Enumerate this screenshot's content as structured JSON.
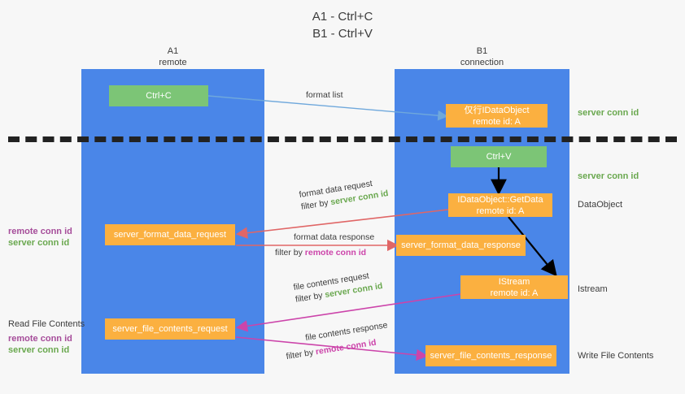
{
  "diagram": {
    "title": "A1 - Ctrl+C\nB1 - Ctrl+V",
    "colors": {
      "lane": "#4a86e8",
      "green_node": "#7cc576",
      "orange_node": "#fbb040",
      "server_conn_id": "#6aa84f",
      "remote_conn_id": "#a64d9a",
      "arrow_blue": "#6fa8dc",
      "arrow_red": "#e06666",
      "arrow_magenta": "#cc44aa",
      "arrow_black": "#000000",
      "background": "#f7f7f7"
    },
    "lanes": [
      {
        "id": "a1",
        "title": "A1\nremote"
      },
      {
        "id": "b1",
        "title": "B1\nconnection"
      }
    ],
    "nodes": {
      "ctrl_c": "Ctrl+C",
      "ctrl_v": "Ctrl+V",
      "data_object_top": "仅行IDataObject\nremote id: A",
      "get_data": "IDataObject::GetData\nremote id: A",
      "istream": "IStream\nremote id: A",
      "server_format_data_request": "server_format_data_request",
      "server_format_data_response": "server_format_data_response",
      "server_file_contents_request": "server_file_contents_request",
      "server_file_contents_response": "server_file_contents_response"
    },
    "right_labels": {
      "server_conn_id_top": "server conn id",
      "server_conn_id_mid": "server conn id",
      "data_object": "DataObject",
      "istream": "Istream",
      "write_file_contents": "Write File Contents"
    },
    "left_labels": {
      "format_group": {
        "remote": "remote conn id",
        "server": "server conn id"
      },
      "read_file_contents": "Read File Contents",
      "file_group": {
        "remote": "remote conn id",
        "server": "server conn id"
      }
    },
    "edges": [
      {
        "id": "format-list",
        "line1_plain": "format list",
        "line2_plain": "",
        "line2_highlight": "",
        "highlight_kind": "none"
      },
      {
        "id": "format-data-request",
        "line1_plain": "format data request",
        "line2_plain": "filter by ",
        "line2_highlight": "server conn id",
        "highlight_kind": "green"
      },
      {
        "id": "format-data-response",
        "line1_plain": "format data response",
        "line2_plain": "filter by ",
        "line2_highlight": "remote conn id",
        "highlight_kind": "purple"
      },
      {
        "id": "file-contents-request",
        "line1_plain": "file contents request",
        "line2_plain": "filter by ",
        "line2_highlight": "server conn id",
        "highlight_kind": "green"
      },
      {
        "id": "file-contents-response",
        "line1_plain": "file contents response",
        "line2_plain": "filter by ",
        "line2_highlight": "remote conn id",
        "highlight_kind": "purple"
      }
    ]
  }
}
